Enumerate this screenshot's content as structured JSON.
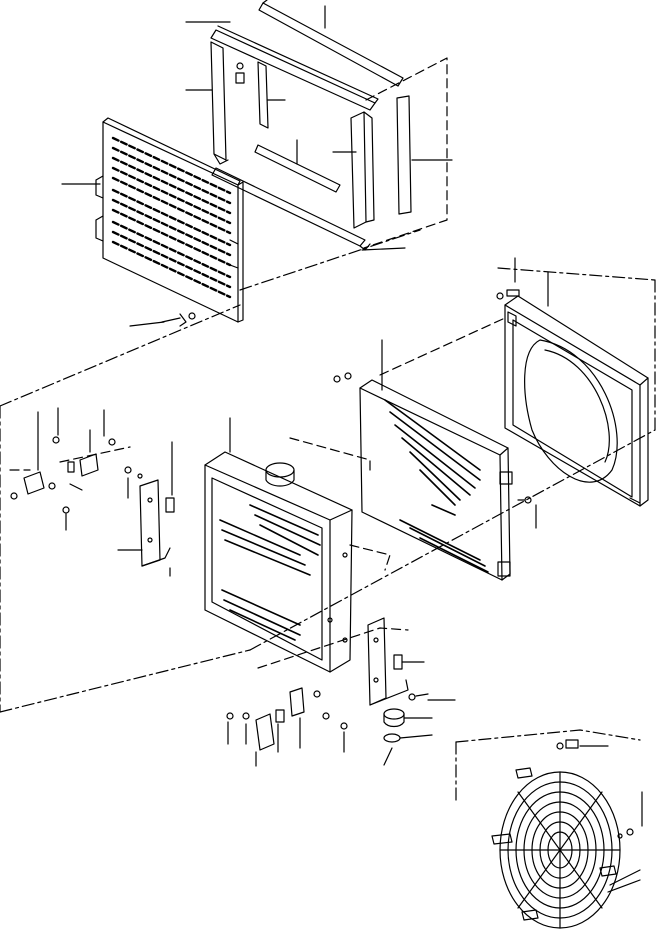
{
  "diagram": {
    "type": "exploded-parts-drawing",
    "ink_color": "#000000",
    "paper_color": "#ffffff",
    "assemblies": [
      "radiator-guard-frame",
      "radiator-grille",
      "fan-shroud",
      "radiator-core",
      "oil-cooler",
      "radiator-mounting-brackets",
      "radiator-mounts",
      "fan-guard"
    ],
    "callout_labels": []
  }
}
